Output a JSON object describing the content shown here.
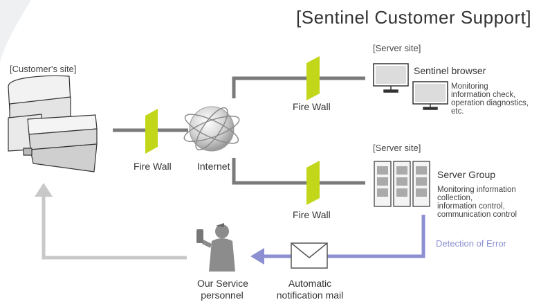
{
  "title": "[Sentinel Customer Support]",
  "customer_site_label": "[Customer's site]",
  "server_site_top_label": "[Server site]",
  "server_site_bottom_label": "[Server site]",
  "sentinel_browser_label": "Sentinel browser",
  "browser_description": [
    "Monitoring",
    "information check,",
    "operation diagnostics,",
    "etc."
  ],
  "server_group_label": "Server Group",
  "server_description": [
    "Monitoring information",
    "collection,",
    "information control,",
    "communication control"
  ],
  "fire_wall_label": "Fire Wall",
  "internet_label": "Internet",
  "detection_label": "Detection of Error",
  "service_personnel_label": [
    "Our Service",
    "personnel"
  ],
  "notification_label": [
    "Automatic",
    "notification mail"
  ],
  "colors": {
    "connector": "#7a7a7a",
    "firewall": "#c2d61a",
    "error_path": "#8c8fd0",
    "return_path": "#c8c8c8",
    "person": "#8c8c8c"
  }
}
